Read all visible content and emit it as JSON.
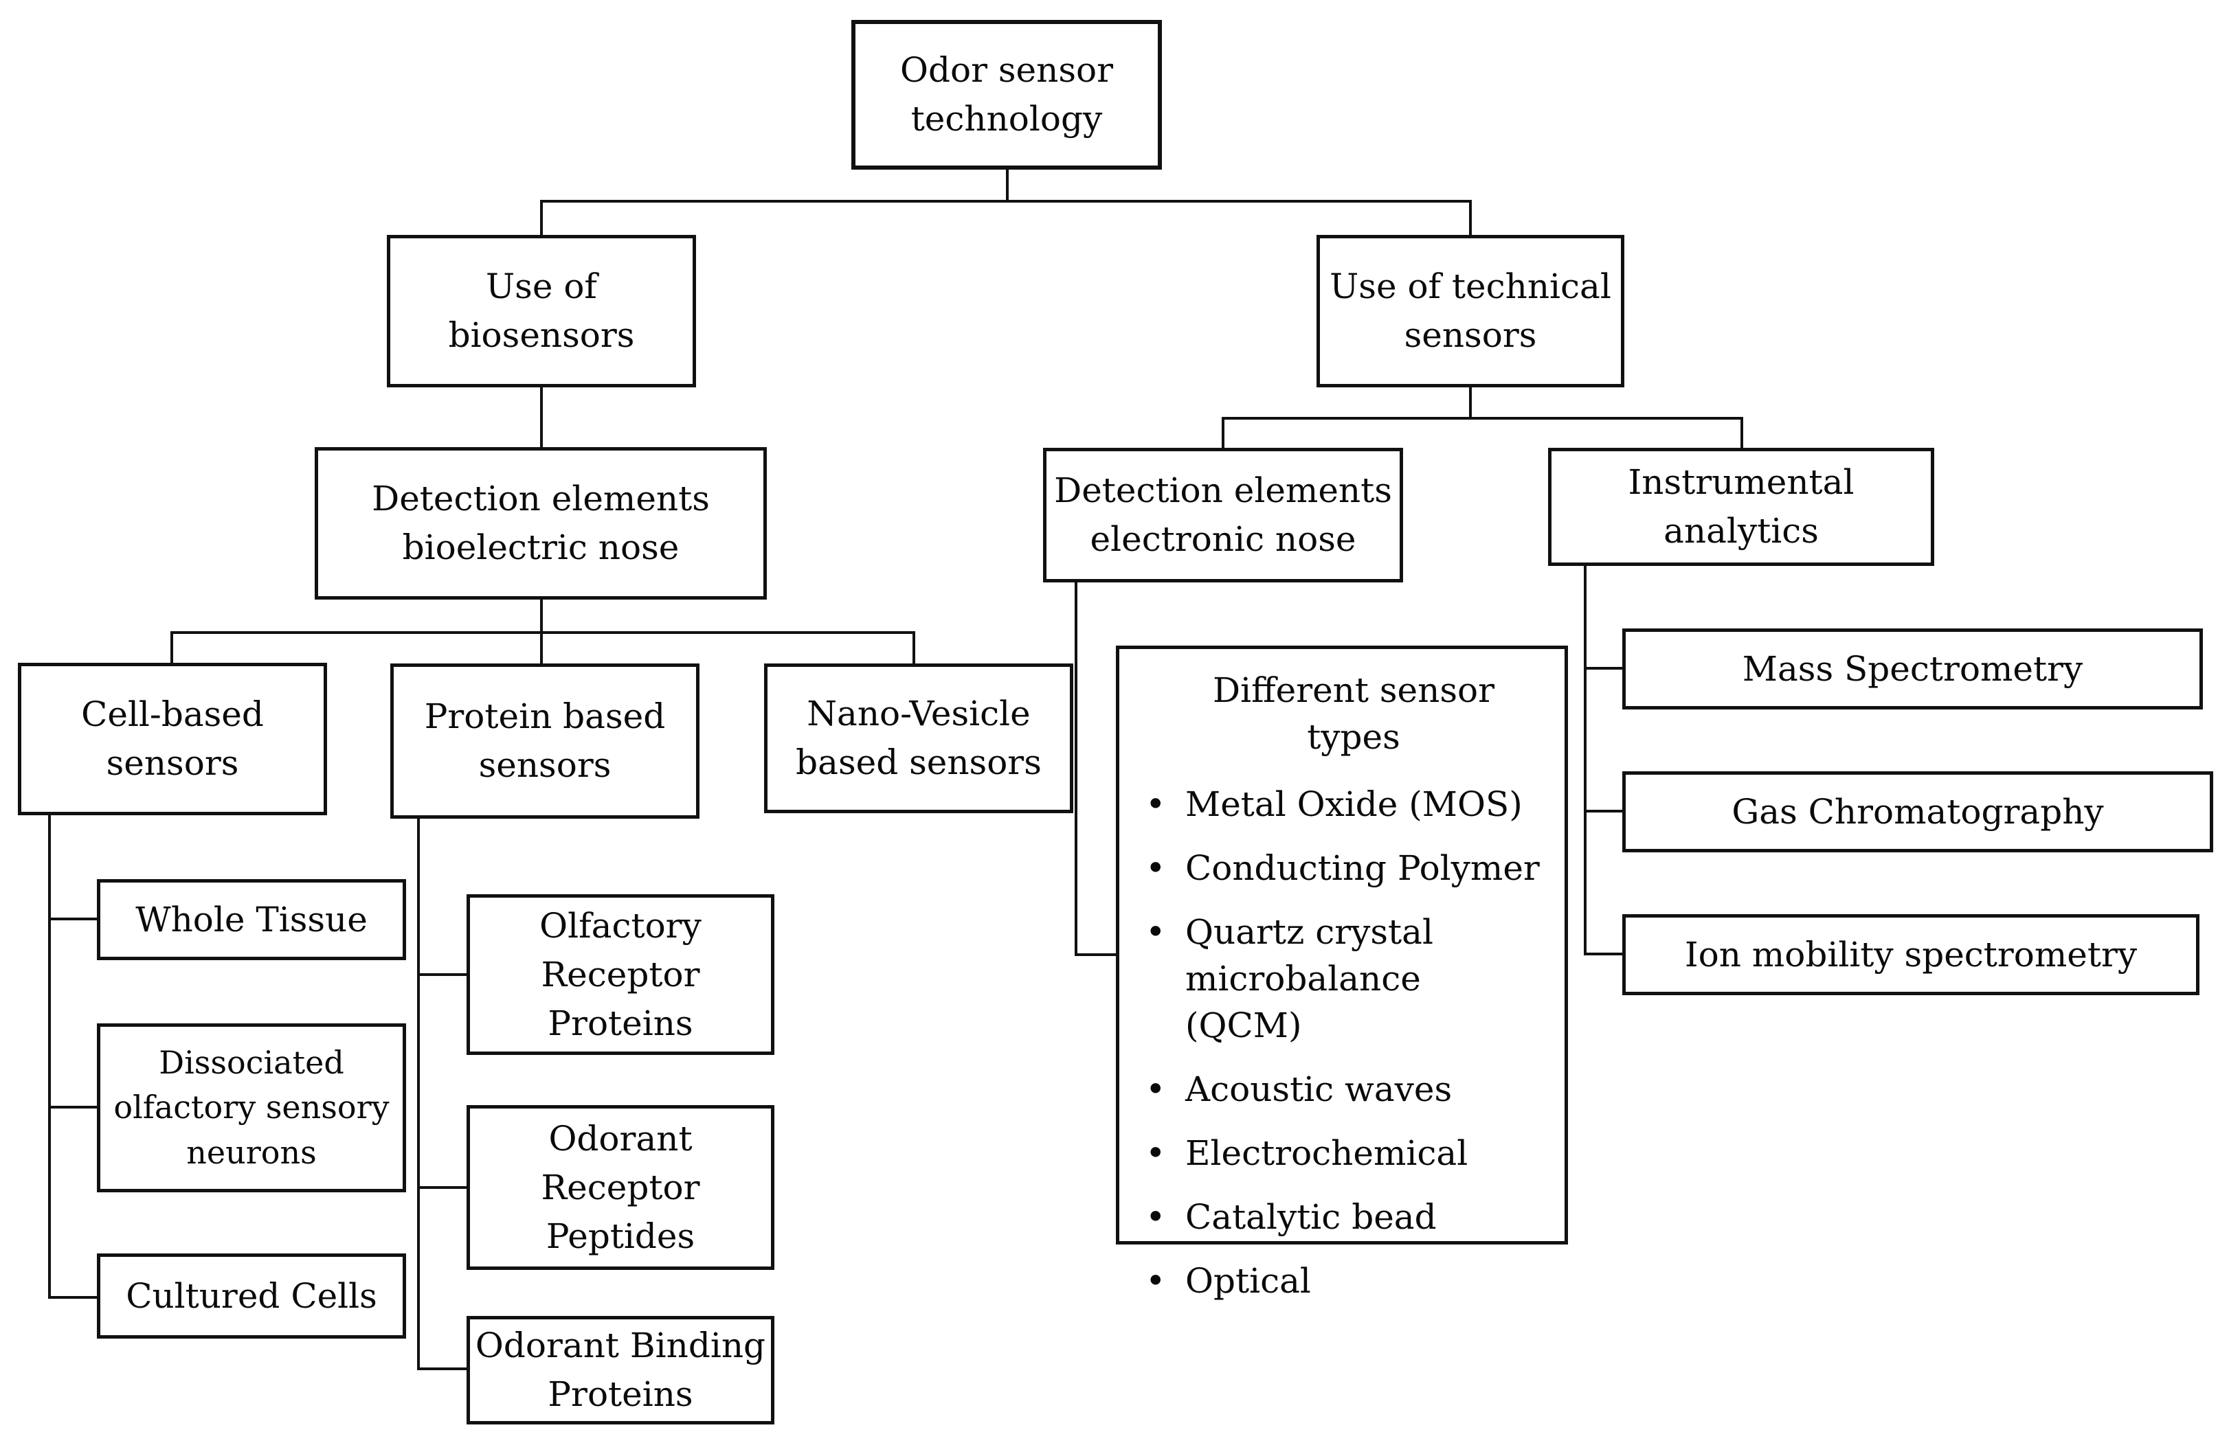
{
  "figure": {
    "description": "Odor sensor technology classification tree diagram"
  },
  "colors": {
    "background": "#ffffff",
    "border": "#111111",
    "line": "#111111",
    "text": "#0a0a0a"
  },
  "diagram": {
    "root": {
      "lines": [
        "Odor sensor",
        "technology"
      ]
    },
    "biosensors": {
      "lines": [
        "Use of",
        "biosensors"
      ]
    },
    "technical_sensors": {
      "lines": [
        "Use of technical",
        "sensors"
      ]
    },
    "bioelectric_nose": {
      "lines": [
        "Detection elements",
        "bioelectric nose"
      ]
    },
    "electronic_nose": {
      "lines": [
        "Detection elements",
        "electronic nose"
      ]
    },
    "instrumental_analytics": {
      "lines": [
        "Instrumental",
        "analytics"
      ]
    },
    "cell_based": {
      "lines": [
        "Cell-based",
        "sensors"
      ]
    },
    "protein_based": {
      "lines": [
        "Protein based",
        "sensors"
      ]
    },
    "nano_vesicle": {
      "lines": [
        "Nano-Vesicle",
        "based sensors"
      ]
    },
    "whole_tissue": {
      "lines": [
        "Whole Tissue"
      ]
    },
    "dissociated_neurons": {
      "lines": [
        "Dissociated",
        "olfactory sensory",
        "neurons"
      ]
    },
    "cultured_cells": {
      "lines": [
        "Cultured Cells"
      ]
    },
    "olfactory_receptor_proteins": {
      "lines": [
        "Olfactory",
        "Receptor",
        "Proteins"
      ]
    },
    "odorant_receptor_peptides": {
      "lines": [
        "Odorant",
        "Receptor",
        "Peptides"
      ]
    },
    "odorant_binding_proteins": {
      "lines": [
        "Odorant Binding",
        "Proteins"
      ]
    },
    "sensor_types": {
      "title": "Different sensor types",
      "bullet": "•",
      "items": [
        "Metal Oxide (MOS)",
        "Conducting Polymer",
        "Quartz crystal microbalance (QCM)",
        "Acoustic waves",
        "Electrochemical",
        "Catalytic bead",
        "Optical"
      ]
    },
    "mass_spectrometry": {
      "lines": [
        "Mass Spectrometry"
      ]
    },
    "gas_chromatography": {
      "lines": [
        "Gas Chromatography"
      ]
    },
    "ion_mobility": {
      "lines": [
        "Ion mobility spectrometry"
      ]
    }
  }
}
